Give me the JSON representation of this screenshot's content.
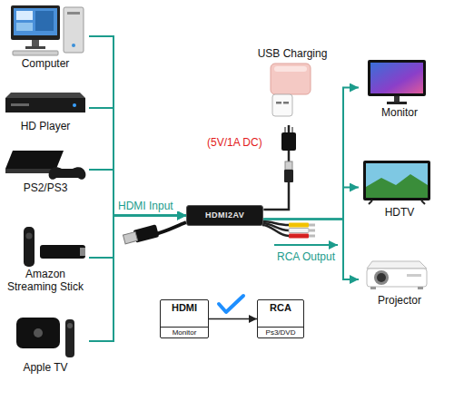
{
  "diagram": {
    "nodes": [
      {
        "text": [
          "Computer"
        ]
      },
      {
        "text": [
          "HD Player"
        ]
      },
      {
        "text": [
          "PS2/PS3"
        ]
      },
      {
        "text": [
          "Amazon Streaming Stick"
        ]
      },
      {
        "text": [
          "Apple TV"
        ]
      },
      {
        "text": [
          "HDMI2AV"
        ]
      },
      {
        "text": [
          "USB Charging"
        ]
      },
      {
        "text": [
          "Monitor"
        ]
      },
      {
        "text": [
          "HDTV"
        ]
      },
      {
        "text": [
          "Projector"
        ]
      },
      {
        "text": [
          "HDMI",
          "Monitor"
        ]
      },
      {
        "text": [
          "RCA",
          "Ps3/DVD"
        ]
      }
    ],
    "edges": [
      {
        "from": 0,
        "to": 5,
        "arrow": "to"
      },
      {
        "from": 1,
        "to": 5,
        "arrow": "to"
      },
      {
        "from": 2,
        "to": 5,
        "arrow": "to"
      },
      {
        "from": 3,
        "to": 5,
        "arrow": "to"
      },
      {
        "from": 4,
        "to": 5,
        "arrow": "to"
      },
      {
        "from": 6,
        "to": 5,
        "arrow": "none"
      },
      {
        "from": 5,
        "to": 7,
        "arrow": "to"
      },
      {
        "from": 5,
        "to": 8,
        "arrow": "to"
      },
      {
        "from": 5,
        "to": 9,
        "arrow": "to"
      },
      {
        "from": 10,
        "to": 11,
        "arrow": "to"
      }
    ],
    "labels": [
      "HDMI Input",
      "(5V/1A DC)",
      "RCA Output"
    ]
  }
}
